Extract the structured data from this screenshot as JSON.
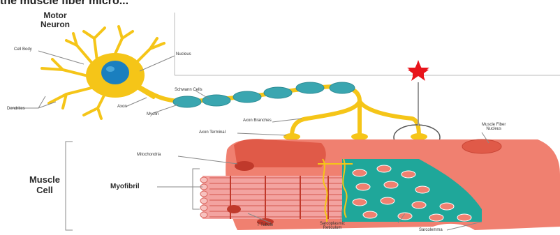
{
  "caption": "the muscle fiber micro...",
  "motor_neuron": {
    "title_line1": "Motor",
    "title_line2": "Neuron",
    "labels": {
      "cell_body": "Cell Body",
      "nucleus": "Nucleus",
      "dendrites": "Dendrites",
      "axon": "Axon",
      "myelin": "Myelin",
      "schwann_cells": "Schwann Cells",
      "axon_branches": "Axon Branches",
      "axon_terminal": "Axon Terminal"
    }
  },
  "muscle_cell": {
    "title_line1": "Muscle",
    "title_line2": "Cell",
    "myofibril": "Myofibril",
    "labels": {
      "mitochondria": "Mitochondria",
      "muscle_fiber_nucleus_line1": "Muscle Fiber",
      "muscle_fiber_nucleus_line2": "Nucleus",
      "t_tubule": "T Tubule",
      "sr_line1": "Sarcoplasmic",
      "sr_line2": "Reticulum",
      "sarcolemma": "Sarcolemma"
    }
  },
  "colors": {
    "neuron_yellow": "#f5c518",
    "nucleus_blue": "#1a7fbf",
    "myelin_teal": "#3aa6b0",
    "muscle_salmon": "#f08070",
    "muscle_dark": "#e05a48",
    "sr_teal": "#1fa79a",
    "star_red": "#e8141b"
  }
}
